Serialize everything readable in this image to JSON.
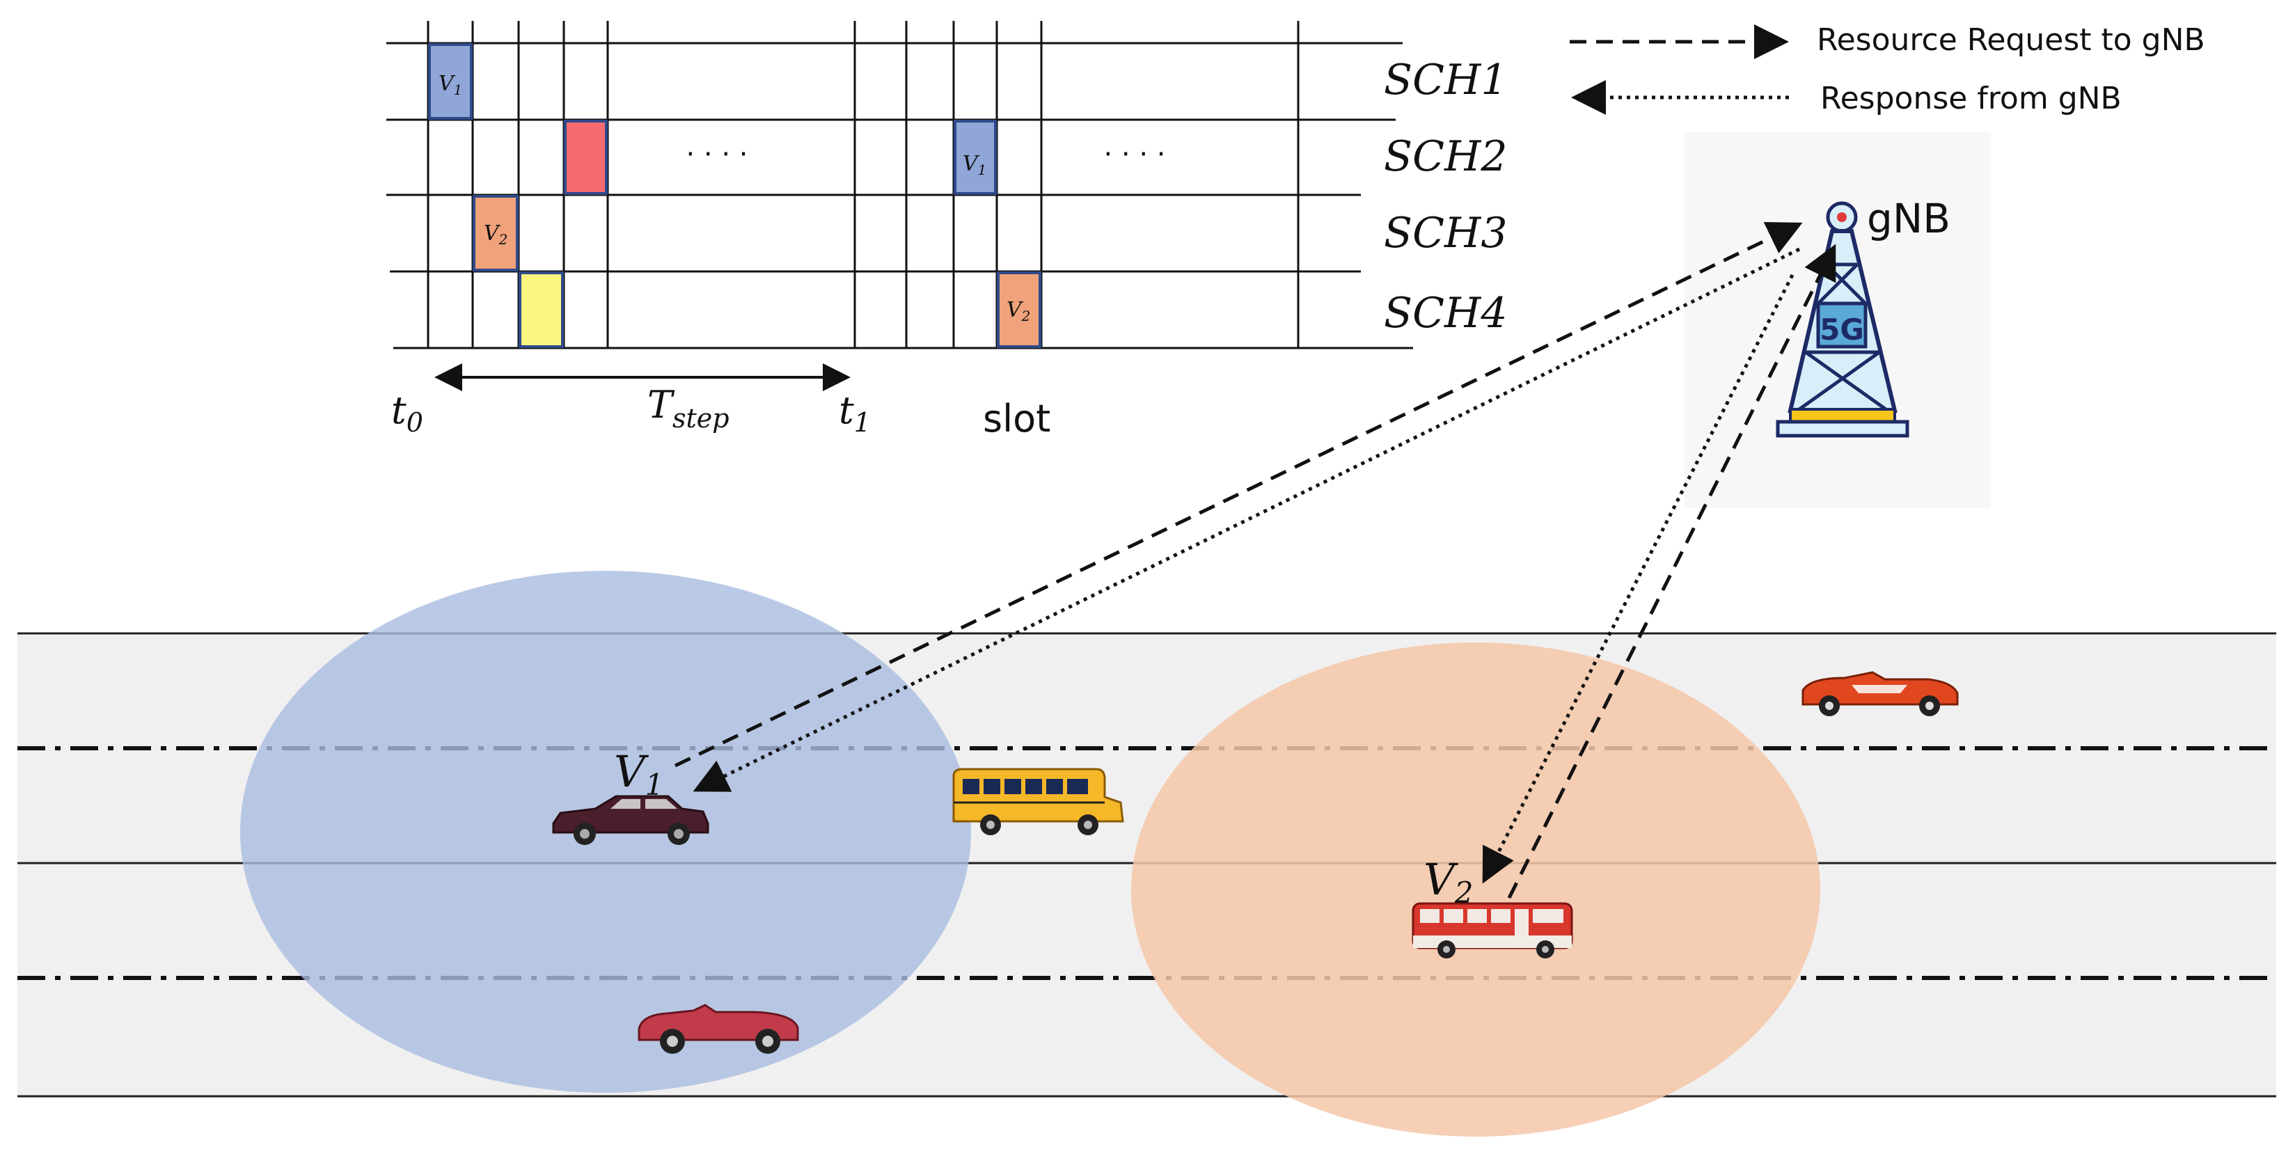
{
  "legend": {
    "request": "Resource Request to gNB",
    "response": "Response from gNB"
  },
  "channels": [
    "SCH1",
    "SCH2",
    "SCH3",
    "SCH4"
  ],
  "timeline": {
    "t0": "t",
    "t0_sub": "0",
    "tstep": "T",
    "tstep_sub": "step",
    "t1": "t",
    "t1_sub": "1",
    "slot": "slot",
    "dots": "· · · ·"
  },
  "slot_labels": {
    "v1": "V",
    "v1_sub": "1",
    "v2": "V",
    "v2_sub": "2"
  },
  "gnb": {
    "label": "gNB",
    "tower_text": "5G"
  },
  "vehicles": {
    "v1": "V",
    "v1_sub": "1",
    "v2": "V",
    "v2_sub": "2"
  },
  "colors": {
    "blue_slot": "#8fa6d6",
    "orange_slot": "#f0a27a",
    "red_slot": "#f56b6f",
    "yellow_slot": "#fbf57f",
    "v1_zone": "#a9bde0",
    "v2_zone": "#f5c7a8",
    "road": "#f0f0f0"
  }
}
